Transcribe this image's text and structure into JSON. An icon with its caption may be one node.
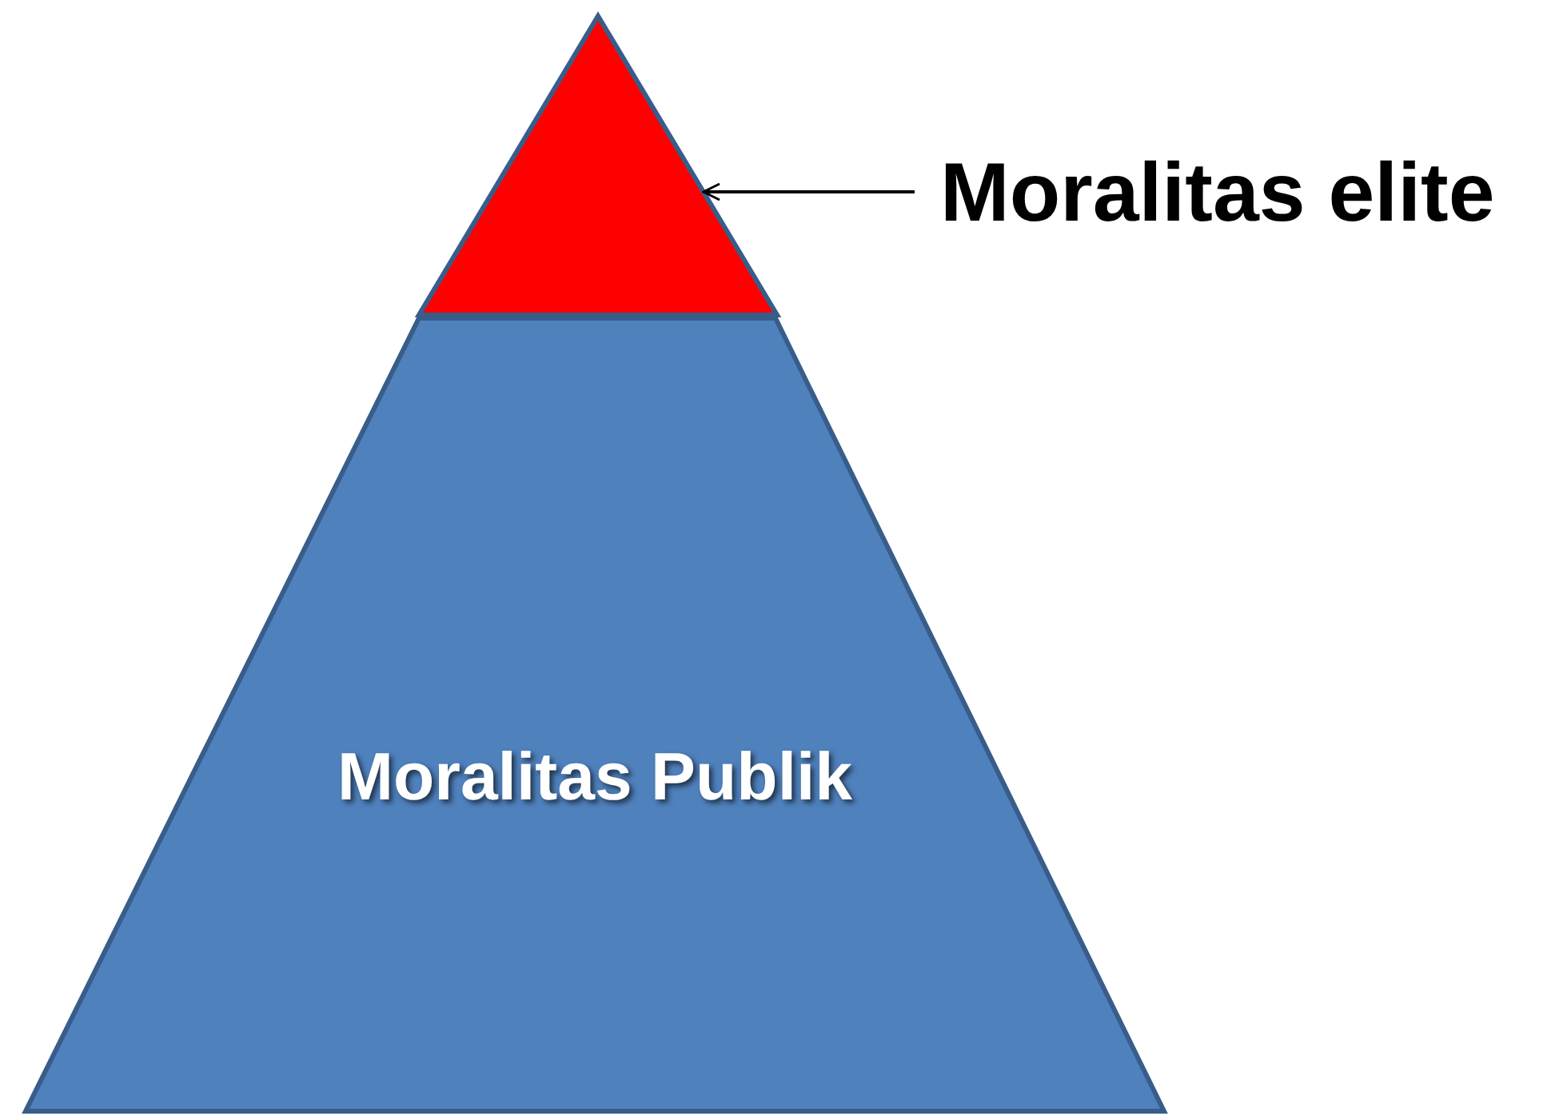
{
  "diagram": {
    "nodes": [
      {
        "text": [],
        "shape": "triangle"
      },
      {
        "text": [
          "Moralitas elite"
        ]
      },
      {
        "text": [
          "Moralitas Publik"
        ]
      }
    ],
    "edges": [
      {
        "from": 1,
        "to": 0,
        "arrow": "to"
      }
    ]
  }
}
